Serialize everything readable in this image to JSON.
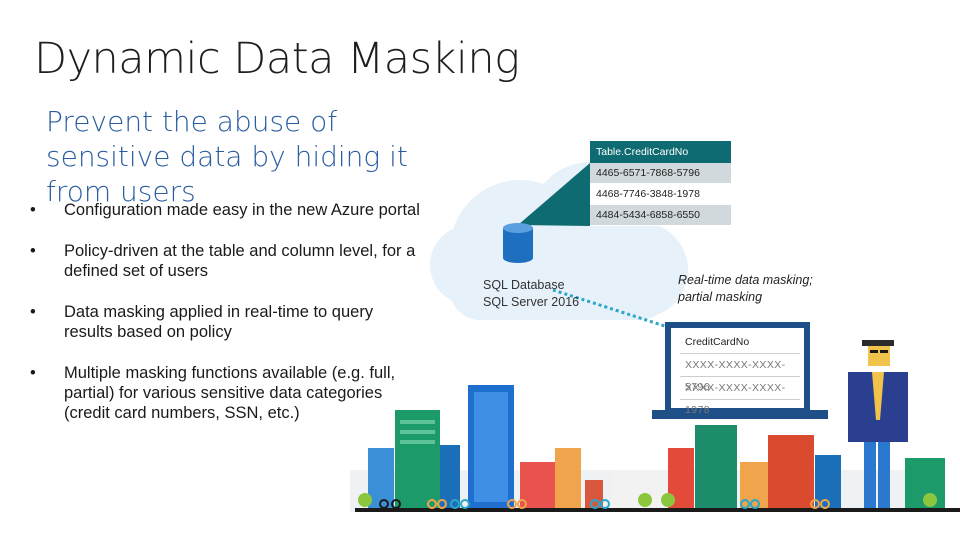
{
  "slide": {
    "title": "Dynamic Data Masking",
    "subtitle": "Prevent the abuse of sensitive data by hiding it from users"
  },
  "bullets": [
    {
      "marker": "•",
      "text": "Configuration made easy in the new Azure portal"
    },
    {
      "marker": "•",
      "text": "Policy-driven at the table and column level, for a defined set of users"
    },
    {
      "marker": "•",
      "text": "Data masking applied in real-time to query results based on policy"
    },
    {
      "marker": "•",
      "text": "Multiple masking functions available (e.g. full, partial) for various sensitive data categories (credit card numbers, SSN, etc.)"
    }
  ],
  "source_table": {
    "header": "Table.CreditCardNo",
    "rows": [
      "4465-6571-7868-5796",
      "4468-7746-3848-1978",
      "4484-5434-6858-6550"
    ]
  },
  "database": {
    "line1": "SQL Database",
    "line2": "SQL Server 2016"
  },
  "masking_caption": {
    "line1": "Real-time data masking;",
    "line2": "partial masking"
  },
  "masked_view": {
    "header": "CreditCardNo",
    "rows": [
      "XXXX-XXXX-XXXX-5796",
      "XXXX-XXXX-XXXX-1978"
    ]
  },
  "colors": {
    "accent_blue": "#2a5d9f",
    "table_header_teal": "#0f6b72",
    "cloud": "#e7f1fa",
    "connector": "#2aa6c8"
  }
}
